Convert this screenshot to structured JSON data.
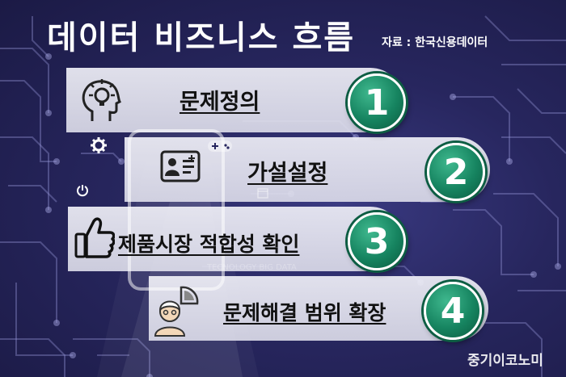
{
  "title": "데이터 비즈니스 흐름",
  "source": "자료 : 한국신용데이터",
  "steps": [
    {
      "number": "1",
      "label": "문제정의",
      "icon": "head-lightbulb-icon"
    },
    {
      "number": "2",
      "label": "가설설정",
      "icon": "id-card-icon"
    },
    {
      "number": "3",
      "label": "제품시장 적합성 확인",
      "icon": "thumbs-up-icon"
    },
    {
      "number": "4",
      "label": "문제해결 범위 확장",
      "icon": "person-pie-chart-icon"
    }
  ],
  "background_text": "TECNOLOGY BIG DATA",
  "watermark": "중기이코노미",
  "colors": {
    "background": "#27265e",
    "badge": "#168460",
    "band": "#e6e6f0"
  }
}
